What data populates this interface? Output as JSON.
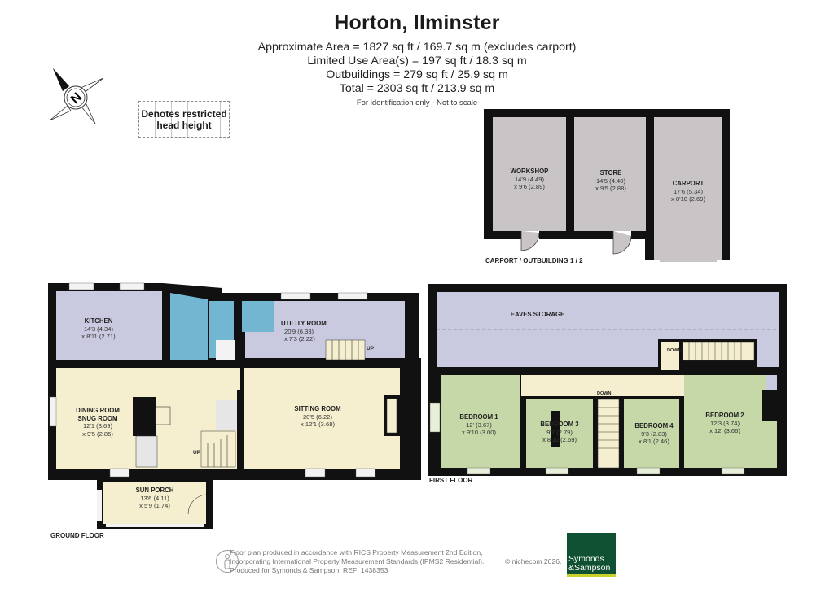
{
  "header": {
    "title": "Horton, Ilminster",
    "area_lines": [
      "Approximate Area = 1827 sq ft / 169.7 sq m (excludes carport)",
      "Limited Use Area(s) = 197 sq ft / 18.3 sq m",
      "Outbuildings = 279 sq ft / 25.9 sq m",
      "Total = 2303 sq ft / 213.9 sq m"
    ],
    "note": "For identification only - Not to scale"
  },
  "compass": {
    "icon": "compass-north-icon",
    "label": "N"
  },
  "legend": {
    "line1": "Denotes restricted",
    "line2": "head height"
  },
  "colors": {
    "wall": "#111111",
    "outbuilding_fill": "#c9c5c6",
    "kitchen_utility_fill": "#c9c9df",
    "bathroom_fill": "#73b6d2",
    "living_fill": "#f5efcf",
    "bedroom_fill": "#c6d8a8",
    "eaves_fill": "#c9c9df",
    "logo_bg": "#0f5132",
    "logo_accent": "#c9d22b"
  },
  "outbuildings": {
    "label": "CARPORT / OUTBUILDING 1 / 2",
    "rooms": [
      {
        "name": "WORKSHOP",
        "dim1": "14'9 (4.49)",
        "dim2": "x 9'6 (2.89)"
      },
      {
        "name": "STORE",
        "dim1": "14'5 (4.40)",
        "dim2": "x 9'5 (2.88)"
      },
      {
        "name": "CARPORT",
        "dim1": "17'6 (5.34)",
        "dim2": "x 8'10 (2.69)"
      }
    ]
  },
  "ground_floor": {
    "label": "GROUND FLOOR",
    "stairs_label": "UP",
    "rooms": [
      {
        "name": "KITCHEN",
        "dim1": "14'3 (4.34)",
        "dim2": "x 8'11 (2.71)"
      },
      {
        "name": "UTILITY ROOM",
        "dim1": "20'9 (6.33)",
        "dim2": "x 7'3 (2.22)"
      },
      {
        "name": "DINING ROOM",
        "name2": "SNUG ROOM",
        "dim1": "12'1 (3.69)",
        "dim2": "x 9'5 (2.86)"
      },
      {
        "name": "SITTING ROOM",
        "dim1": "20'5 (6.22)",
        "dim2": "x 12'1 (3.68)"
      },
      {
        "name": "SUN PORCH",
        "dim1": "13'6 (4.11)",
        "dim2": "x 5'9 (1.74)"
      }
    ],
    "utility_stairs_label": "UP"
  },
  "first_floor": {
    "label": "FIRST FLOOR",
    "eaves": "EAVES STORAGE",
    "down_label_1": "DOWN",
    "down_label_2": "DOWN",
    "rooms": [
      {
        "name": "BEDROOM 1",
        "dim1": "12' (3.67)",
        "dim2": "x 9'10 (3.00)"
      },
      {
        "name": "BEDROOM 3",
        "dim1": "9'2 (2.79)",
        "dim2": "x 8'10 (2.69)"
      },
      {
        "name": "BEDROOM 4",
        "dim1": "9'3 (2.83)",
        "dim2": "x 8'1 (2.46)"
      },
      {
        "name": "BEDROOM 2",
        "dim1": "12'3 (3.74)",
        "dim2": "x 12' (3.66)"
      }
    ]
  },
  "footer": {
    "line1": "Floor plan produced in accordance with RICS Property Measurement 2nd Edition,",
    "line2": "Incorporating International Property Measurement Standards (IPMS2 Residential).",
    "line3": "Produced for Symonds & Sampson.   REF:  1438353",
    "copyright": "© nichecom 2026.",
    "logo_line1": "Symonds",
    "logo_line2": "&Sampson"
  }
}
